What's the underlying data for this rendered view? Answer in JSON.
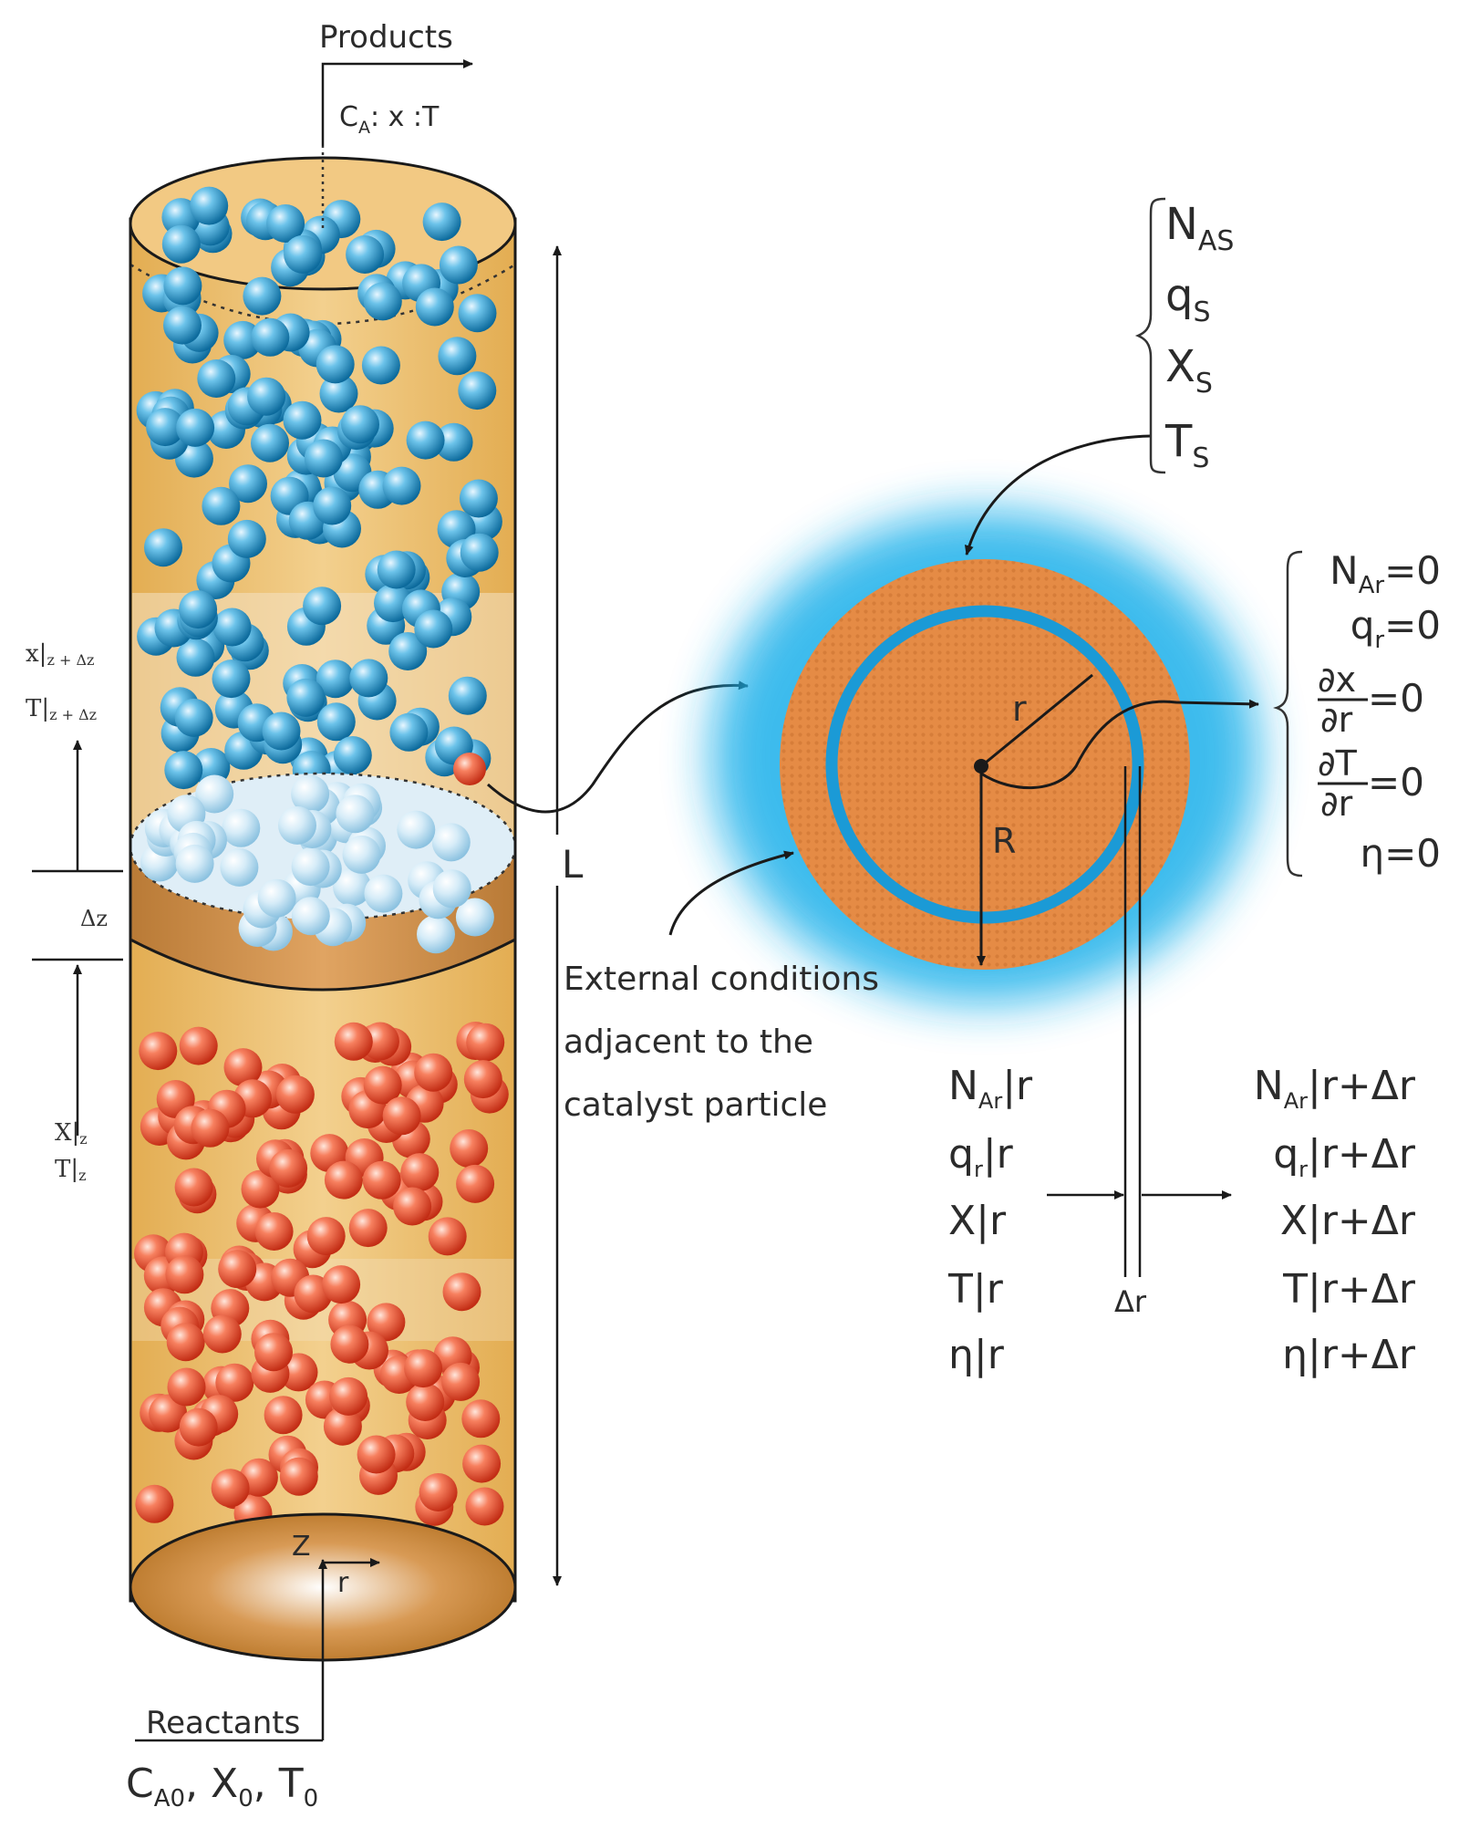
{
  "colors": {
    "reactor_fill": "#ecc06a",
    "reactor_rim": "#c98b3c",
    "blue_ball": "#1f8fc4",
    "light_ball": "#b7dbef",
    "red_ball": "#ee4a30",
    "halo": "#1aaee6",
    "particle": "#e08a45",
    "ring": "#1b9ad6"
  },
  "reactor": {
    "products_label": "Products",
    "outlet_label": "C_A: x :T",
    "outlet_conc_main": "C",
    "outlet_conc_sub": "A",
    "outlet_rest": ": x :T",
    "reactants_label": "Reactants",
    "inlet": [
      {
        "main": "C",
        "sub": "A0",
        "sep": ", "
      },
      {
        "main": "X",
        "sub": "0",
        "sep": ", "
      },
      {
        "main": "T",
        "sub": "0",
        "sep": ""
      }
    ],
    "length_label": "L",
    "z_axis_label": "Z",
    "r_axis_label": "r",
    "slice_label": "Δz",
    "upper_vars": [
      {
        "main": "x|",
        "sub": "z + Δz"
      },
      {
        "main": "T|",
        "sub": "z + Δz"
      }
    ],
    "lower_vars": [
      {
        "main": "X|",
        "sub": "z"
      },
      {
        "main": "T|",
        "sub": "z"
      }
    ]
  },
  "particle": {
    "radius_label": "R",
    "inner_radius_label": "r",
    "shell_label": "Δr",
    "caption": [
      "External conditions",
      "adjacent to the",
      "catalyst particle"
    ]
  },
  "surface_conditions": [
    {
      "main": "N",
      "sub": "AS"
    },
    {
      "main": "q",
      "sub": "S"
    },
    {
      "main": "X",
      "sub": "S"
    },
    {
      "main": "T",
      "sub": "S"
    }
  ],
  "center_conditions": [
    {
      "main": "N",
      "sub": "Ar",
      "rest": "=0"
    },
    {
      "main": "q",
      "sub": "r",
      "rest": "=0"
    },
    {
      "num": "∂x",
      "den": "∂r",
      "rest": "=0"
    },
    {
      "num": "∂T",
      "den": "∂r",
      "rest": "=0"
    },
    {
      "main": "η",
      "sub": "",
      "rest": "=0"
    }
  ],
  "flux_in": [
    {
      "main": "N",
      "sub": "Ar",
      "rest": "|r"
    },
    {
      "main": "q",
      "sub": "r",
      "rest": "|r"
    },
    {
      "main": "X",
      "sub": "",
      "rest": "|r"
    },
    {
      "main": "T",
      "sub": "",
      "rest": "|r"
    },
    {
      "main": "η",
      "sub": "",
      "rest": "|r"
    }
  ],
  "flux_out": [
    {
      "main": "N",
      "sub": "Ar",
      "rest": "|r+Δr"
    },
    {
      "main": "q",
      "sub": "r",
      "rest": "|r+Δr"
    },
    {
      "main": "X",
      "sub": "",
      "rest": "|r+Δr"
    },
    {
      "main": "T",
      "sub": "",
      "rest": "|r+Δr"
    },
    {
      "main": "η",
      "sub": "",
      "rest": "|r+Δr"
    }
  ]
}
